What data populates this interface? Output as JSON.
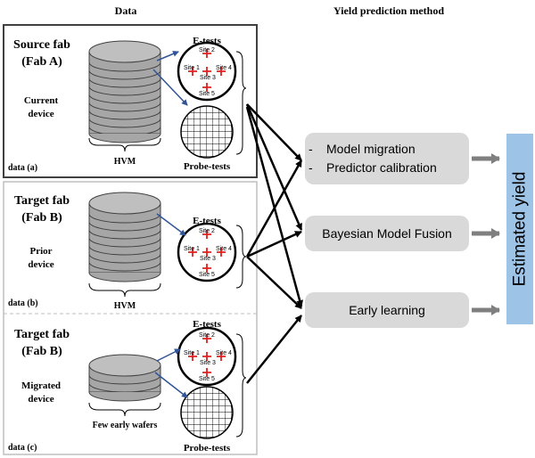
{
  "headers": {
    "data": "Data",
    "method": "Yield prediction method"
  },
  "panel_a": {
    "fab_line1": "Source fab",
    "fab_line2": "(Fab A)",
    "device_line1": "Current",
    "device_line2": "device",
    "label": "data (a)",
    "volume": "HVM",
    "etests": "E-tests",
    "probetests": "Probe-tests"
  },
  "panel_b": {
    "fab_line1": "Target fab",
    "fab_line2": "(Fab B)",
    "device_line1": "Prior",
    "device_line2": "device",
    "label": "data (b)",
    "volume": "HVM",
    "etests": "E-tests"
  },
  "panel_c": {
    "fab_line1": "Target fab",
    "fab_line2": "(Fab B)",
    "device_line1": "Migrated",
    "device_line2": "device",
    "label": "data (c)",
    "volume": "Few early wafers",
    "etests": "E-tests",
    "probetests": "Probe-tests"
  },
  "sites": {
    "s1": "Site 1",
    "s2": "Site 2",
    "s3": "Site 3",
    "s4": "Site 4",
    "s5": "Site 5"
  },
  "methods": {
    "m1_line1": "Model migration",
    "m1_line2": "Predictor calibration",
    "m2": "Bayesian Model Fusion",
    "m3": "Early learning"
  },
  "output": "Estimated yield",
  "colors": {
    "method_box": "#d9d9d9",
    "output_box": "#9dc3e6",
    "arrow_blue": "#2f5597",
    "arrow_gray": "#7f7f7f",
    "site_mark": "#e0201f"
  }
}
